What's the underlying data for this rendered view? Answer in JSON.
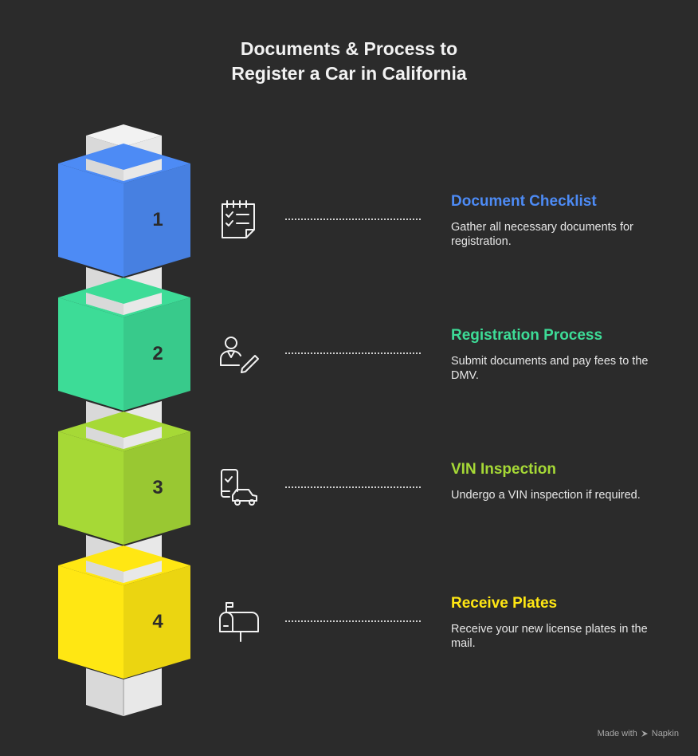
{
  "title": {
    "line1": "Documents & Process to",
    "line2": "Register a Car in California"
  },
  "colors": {
    "background": "#2b2b2b",
    "pillar": "#e6e6e6",
    "step1": "#4d8bf5",
    "step2": "#3ddc97",
    "step3": "#a6d936",
    "step4": "#ffe713"
  },
  "steps": [
    {
      "number": "1",
      "title": "Document Checklist",
      "description": "Gather all necessary documents for registration.",
      "icon": "checklist-icon",
      "color": "#4d8bf5"
    },
    {
      "number": "2",
      "title": "Registration Process",
      "description": "Submit documents and pay fees to the DMV.",
      "icon": "person-signing-icon",
      "color": "#3ddc97"
    },
    {
      "number": "3",
      "title": "VIN Inspection",
      "description": "Undergo a VIN inspection if required.",
      "icon": "phone-car-inspection-icon",
      "color": "#a6d936"
    },
    {
      "number": "4",
      "title": "Receive Plates",
      "description": "Receive your new license plates in the mail.",
      "icon": "mailbox-icon",
      "color": "#ffe713"
    }
  ],
  "footer": {
    "made_with": "Made with",
    "brand": "Napkin"
  }
}
